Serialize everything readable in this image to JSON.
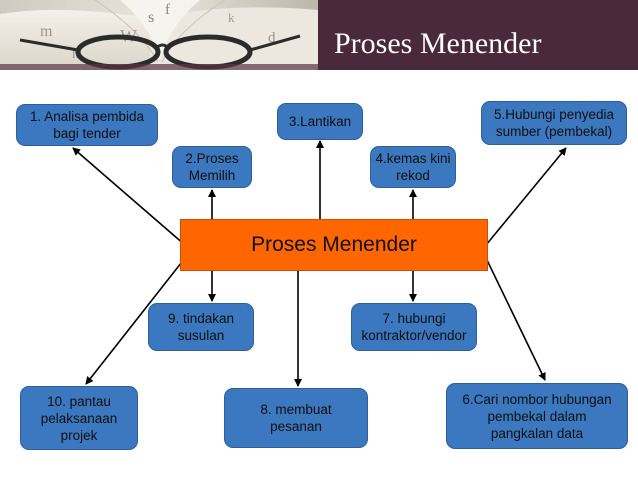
{
  "slide": {
    "title": "Proses Menender",
    "colors": {
      "header_bg": "#4a2a3a",
      "box_fill": "#3b78c0",
      "center_fill": "#ff6600",
      "arrow": "#000000"
    }
  },
  "diagram": {
    "center_label": "Proses Menender",
    "nodes": [
      {
        "id": "n1",
        "label": "1. Analisa pembida\nbagi tender"
      },
      {
        "id": "n2",
        "label": "2.Proses\nMemilih"
      },
      {
        "id": "n3",
        "label": "3.Lantikan"
      },
      {
        "id": "n4",
        "label": "4.kemas kini\nrekod"
      },
      {
        "id": "n5",
        "label": "5.Hubungi penyedia\nsumber (pembekal)"
      },
      {
        "id": "n6",
        "label": "6.Cari nombor hubungan\npembekal dalam\npangkalan data"
      },
      {
        "id": "n7",
        "label": "7. hubungi\nkontraktor/vendor"
      },
      {
        "id": "n8",
        "label": "8. membuat\npesanan"
      },
      {
        "id": "n9",
        "label": "9. tindakan\nsusulan"
      },
      {
        "id": "n10",
        "label": "10. pantau\npelaksanaan\nprojek"
      }
    ],
    "edges": [
      {
        "from": "center",
        "to": "n1"
      },
      {
        "from": "center",
        "to": "n2"
      },
      {
        "from": "center",
        "to": "n3"
      },
      {
        "from": "center",
        "to": "n4"
      },
      {
        "from": "center",
        "to": "n5"
      },
      {
        "from": "center",
        "to": "n6"
      },
      {
        "from": "center",
        "to": "n7"
      },
      {
        "from": "center",
        "to": "n8"
      },
      {
        "from": "center",
        "to": "n9"
      },
      {
        "from": "center",
        "to": "n10"
      }
    ]
  }
}
